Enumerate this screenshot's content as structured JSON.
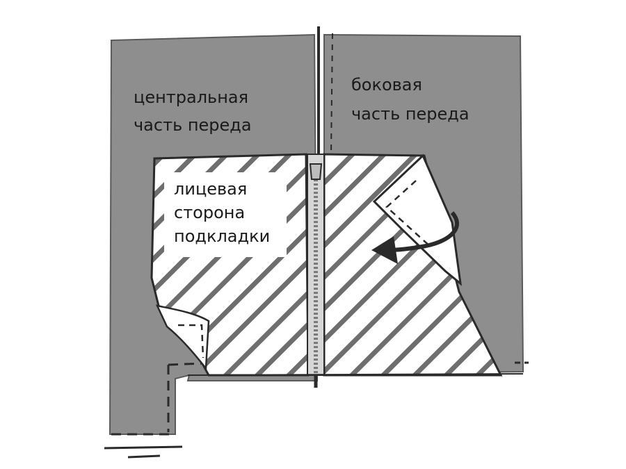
{
  "labels": {
    "center_front": [
      "центральная",
      "часть переда"
    ],
    "side_front": [
      "боковая",
      "часть переда"
    ],
    "lining_right_side": [
      "лицевая",
      "сторона",
      "подкладки"
    ]
  },
  "colors": {
    "background": "#ffffff",
    "fabric": "#8e8e8e",
    "lining": "#ffffff",
    "hatch": "#6e6e6e",
    "outline": "#2a2a2a",
    "zipper": "#9a9a9a"
  },
  "icons": {
    "fold_arrow": "curved-arrow-icon",
    "zipper": "zipper-icon"
  }
}
